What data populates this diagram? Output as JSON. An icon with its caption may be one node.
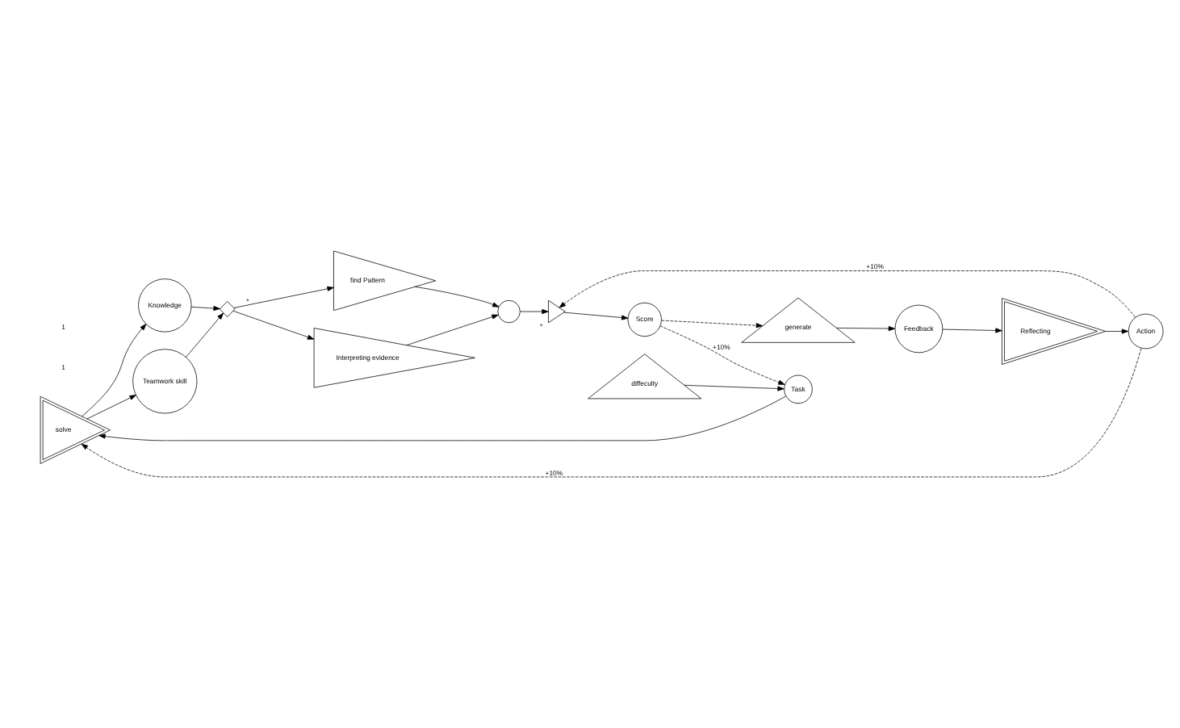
{
  "diagram": {
    "nodes": [
      {
        "text": [
          "solve"
        ]
      },
      {
        "text": [
          "Task"
        ]
      },
      {
        "text": [
          "Knowledge"
        ]
      },
      {
        "text": [
          "Teamwork skill"
        ]
      },
      {
        "text": [],
        "shape": "diamond"
      },
      {
        "text": [
          "find Pattern"
        ]
      },
      {
        "text": [
          "Interpreting evidence"
        ]
      },
      {
        "text": [],
        "shape": "circle"
      },
      {
        "text": [],
        "shape": "triangle",
        "beside": [
          "*"
        ]
      },
      {
        "text": [
          "Score"
        ]
      },
      {
        "text": [
          "generate"
        ]
      },
      {
        "text": [
          "Feedback"
        ]
      },
      {
        "text": [
          "Reflecting"
        ]
      },
      {
        "text": [
          "Action"
        ]
      },
      {
        "text": [
          "diffeculty"
        ]
      }
    ],
    "edges": [
      {
        "from": 14,
        "to": 1,
        "arrow": "to"
      },
      {
        "from": 1,
        "to": 0,
        "arrow": "to"
      },
      {
        "from": 0,
        "to": 2,
        "arrow": "to"
      },
      {
        "from": 0,
        "to": 3,
        "arrow": "to"
      },
      {
        "from": 2,
        "to": 4,
        "arrow": "to"
      },
      {
        "from": 3,
        "to": 4,
        "arrow": "to"
      },
      {
        "from": 4,
        "to": 5,
        "arrow": "to",
        "label": "*"
      },
      {
        "from": 4,
        "to": 6,
        "arrow": "to"
      },
      {
        "from": 5,
        "to": 7,
        "arrow": "to"
      },
      {
        "from": 6,
        "to": 7,
        "arrow": "to"
      },
      {
        "from": 7,
        "to": 8,
        "arrow": "to"
      },
      {
        "from": 8,
        "to": 9,
        "arrow": "to"
      },
      {
        "from": 9,
        "to": 10,
        "arrow": "to",
        "style": "dashed"
      },
      {
        "from": 10,
        "to": 11,
        "arrow": "to"
      },
      {
        "from": 11,
        "to": 12,
        "arrow": "to"
      },
      {
        "from": 12,
        "to": 13,
        "arrow": "to"
      },
      {
        "from": 13,
        "to": 8,
        "arrow": "to",
        "style": "dashed",
        "label": "+10%"
      },
      {
        "from": 13,
        "to": 0,
        "arrow": "to",
        "style": "dashed",
        "label": "+10%"
      },
      {
        "from": 9,
        "to": 1,
        "arrow": "to",
        "style": "dashed",
        "label": "+10%"
      }
    ],
    "labels": [
      "1",
      "1"
    ]
  }
}
